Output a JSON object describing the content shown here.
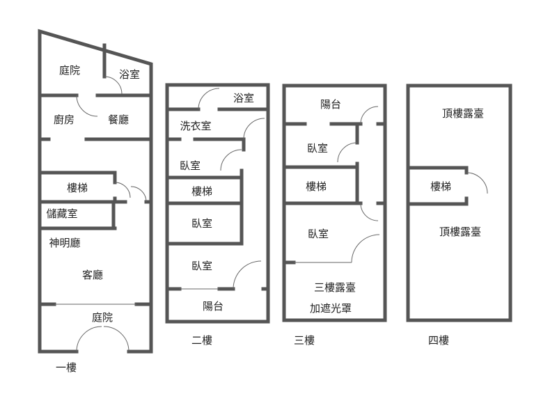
{
  "floor1": {
    "label": "一樓",
    "rooms": [
      "庭院",
      "浴室",
      "廚房",
      "餐廳",
      "樓梯",
      "儲藏室",
      "神明廳",
      "客廳",
      "庭院"
    ]
  },
  "floor2": {
    "label": "二樓",
    "rooms": [
      "浴室",
      "洗衣室",
      "臥室",
      "樓梯",
      "臥室",
      "臥室",
      "陽台"
    ]
  },
  "floor3": {
    "label": "三樓",
    "rooms": [
      "陽台",
      "臥室",
      "樓梯",
      "臥室",
      "三樓露臺",
      "加遮光罩"
    ]
  },
  "floor4": {
    "label": "四樓",
    "rooms": [
      "頂樓露臺",
      "樓梯",
      "頂樓露臺"
    ]
  }
}
